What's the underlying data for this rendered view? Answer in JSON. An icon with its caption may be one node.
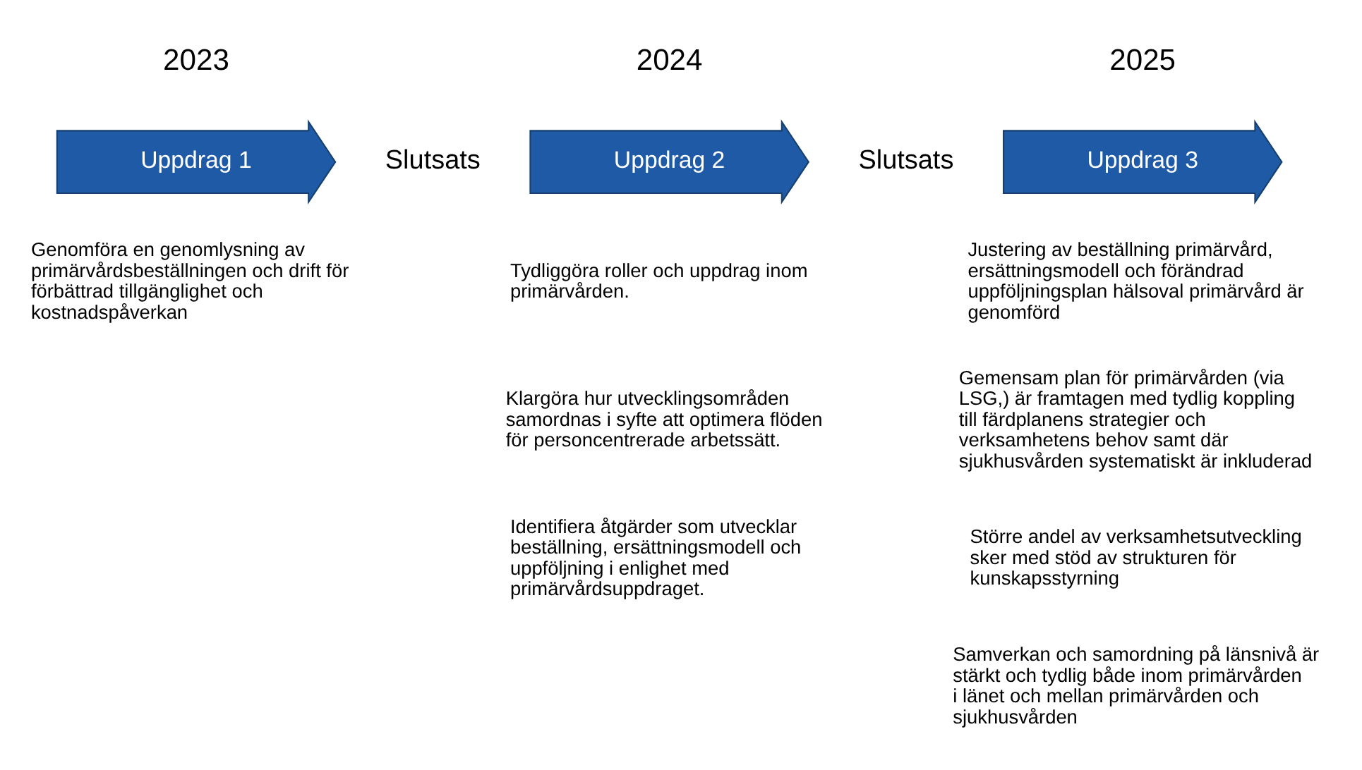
{
  "diagram": {
    "nodes": [
      {
        "text": [
          "2023",
          "Uppdrag 1"
        ],
        "beside": [
          "Genomföra en genomlysning av primärvårdsbeställningen och drift för förbättrad tillgänglighet och kostnadspåverkan"
        ]
      },
      {
        "text": [
          "2024",
          "Uppdrag 2"
        ],
        "beside": [
          "Tydliggöra roller och uppdrag inom primärvården.",
          "Klargöra hur utvecklingsområden samordnas i syfte att optimera flöden för personcentrerade arbetssätt.",
          "Identifiera åtgärder som utvecklar beställning, ersättningsmodell och uppföljning i enlighet med primärvårdsuppdraget."
        ]
      },
      {
        "text": [
          "2025",
          "Uppdrag 3"
        ],
        "beside": [
          "Justering av beställning primärvård, ersättningsmodell och förändrad uppföljningsplan hälsoval primärvård är genomförd",
          "Gemensam plan för primärvården (via LSG,) är framtagen med tydlig koppling till färdplanens strategier och verksamhetens behov samt där sjukhusvården systematiskt är inkluderad",
          "Större andel av verksamhetsutveckling sker med stöd av strukturen för kunskapsstyrning",
          "Samverkan och samordning på länsnivå är stärkt och tydlig både inom primärvården i länet och mellan primärvården och sjukhusvården"
        ]
      }
    ],
    "labels": [
      "Slutsats",
      "Slutsats"
    ]
  }
}
